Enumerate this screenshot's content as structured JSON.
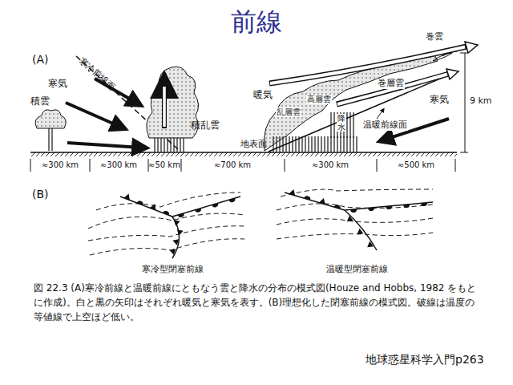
{
  "diagram": {
    "title": "前線",
    "caption": "図 22.3 (A)寒冷前線と温暖前線にともなう雲と降水の分布の模式図(Houze and Hobbs, 1982 をもとに作成)。白と黒の矢印はそれぞれ暖気と寒気を表す。(B)理想化した閉塞前線の模式図。破線は温度の等値線で上空ほど低い。",
    "labels": [
      "(A)",
      "寒冷前線面",
      "寒気",
      "積雲",
      "積乱雲",
      "暖気",
      "乱層雲",
      "高層雲",
      "巻層雲",
      "巻雲",
      "寒気",
      "降水",
      "温暖前線面",
      "9 km",
      "地表面",
      "≈300 km",
      "≈300 km",
      "≈50 km",
      "≈700 km",
      "≈300 km",
      "≈500 km",
      "(B)",
      "寒冷型閉塞前線",
      "温暖型閉塞前線",
      "地球惑星科学入門p263"
    ]
  }
}
